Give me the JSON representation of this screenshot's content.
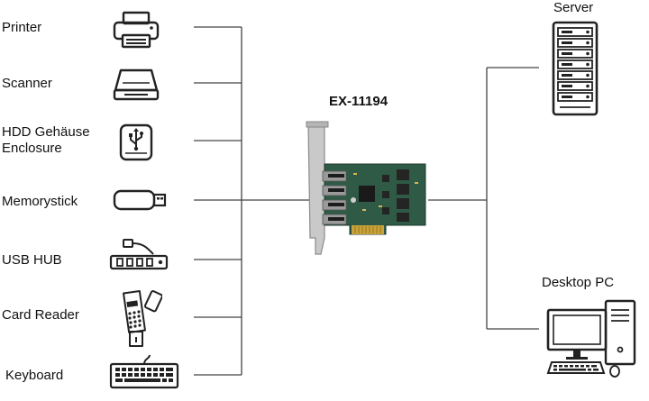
{
  "devices": [
    {
      "label": "Printer",
      "icon": "printer-icon"
    },
    {
      "label": "Scanner",
      "icon": "scanner-icon"
    },
    {
      "label": "HDD Gehäuse",
      "label2": "Enclosure",
      "icon": "usb-drive-icon"
    },
    {
      "label": "Memorystick",
      "icon": "memory-stick-icon"
    },
    {
      "label": "USB HUB",
      "icon": "usb-hub-icon"
    },
    {
      "label": "Card Reader",
      "icon": "card-reader-icon"
    },
    {
      "label": "Keyboard",
      "icon": "keyboard-icon"
    }
  ],
  "card": {
    "title": "EX-11194",
    "icon": "pcie-usb-card-icon"
  },
  "hosts": [
    {
      "label": "Server",
      "icon": "server-icon"
    },
    {
      "label": "Desktop PC",
      "icon": "desktop-pc-icon"
    }
  ]
}
